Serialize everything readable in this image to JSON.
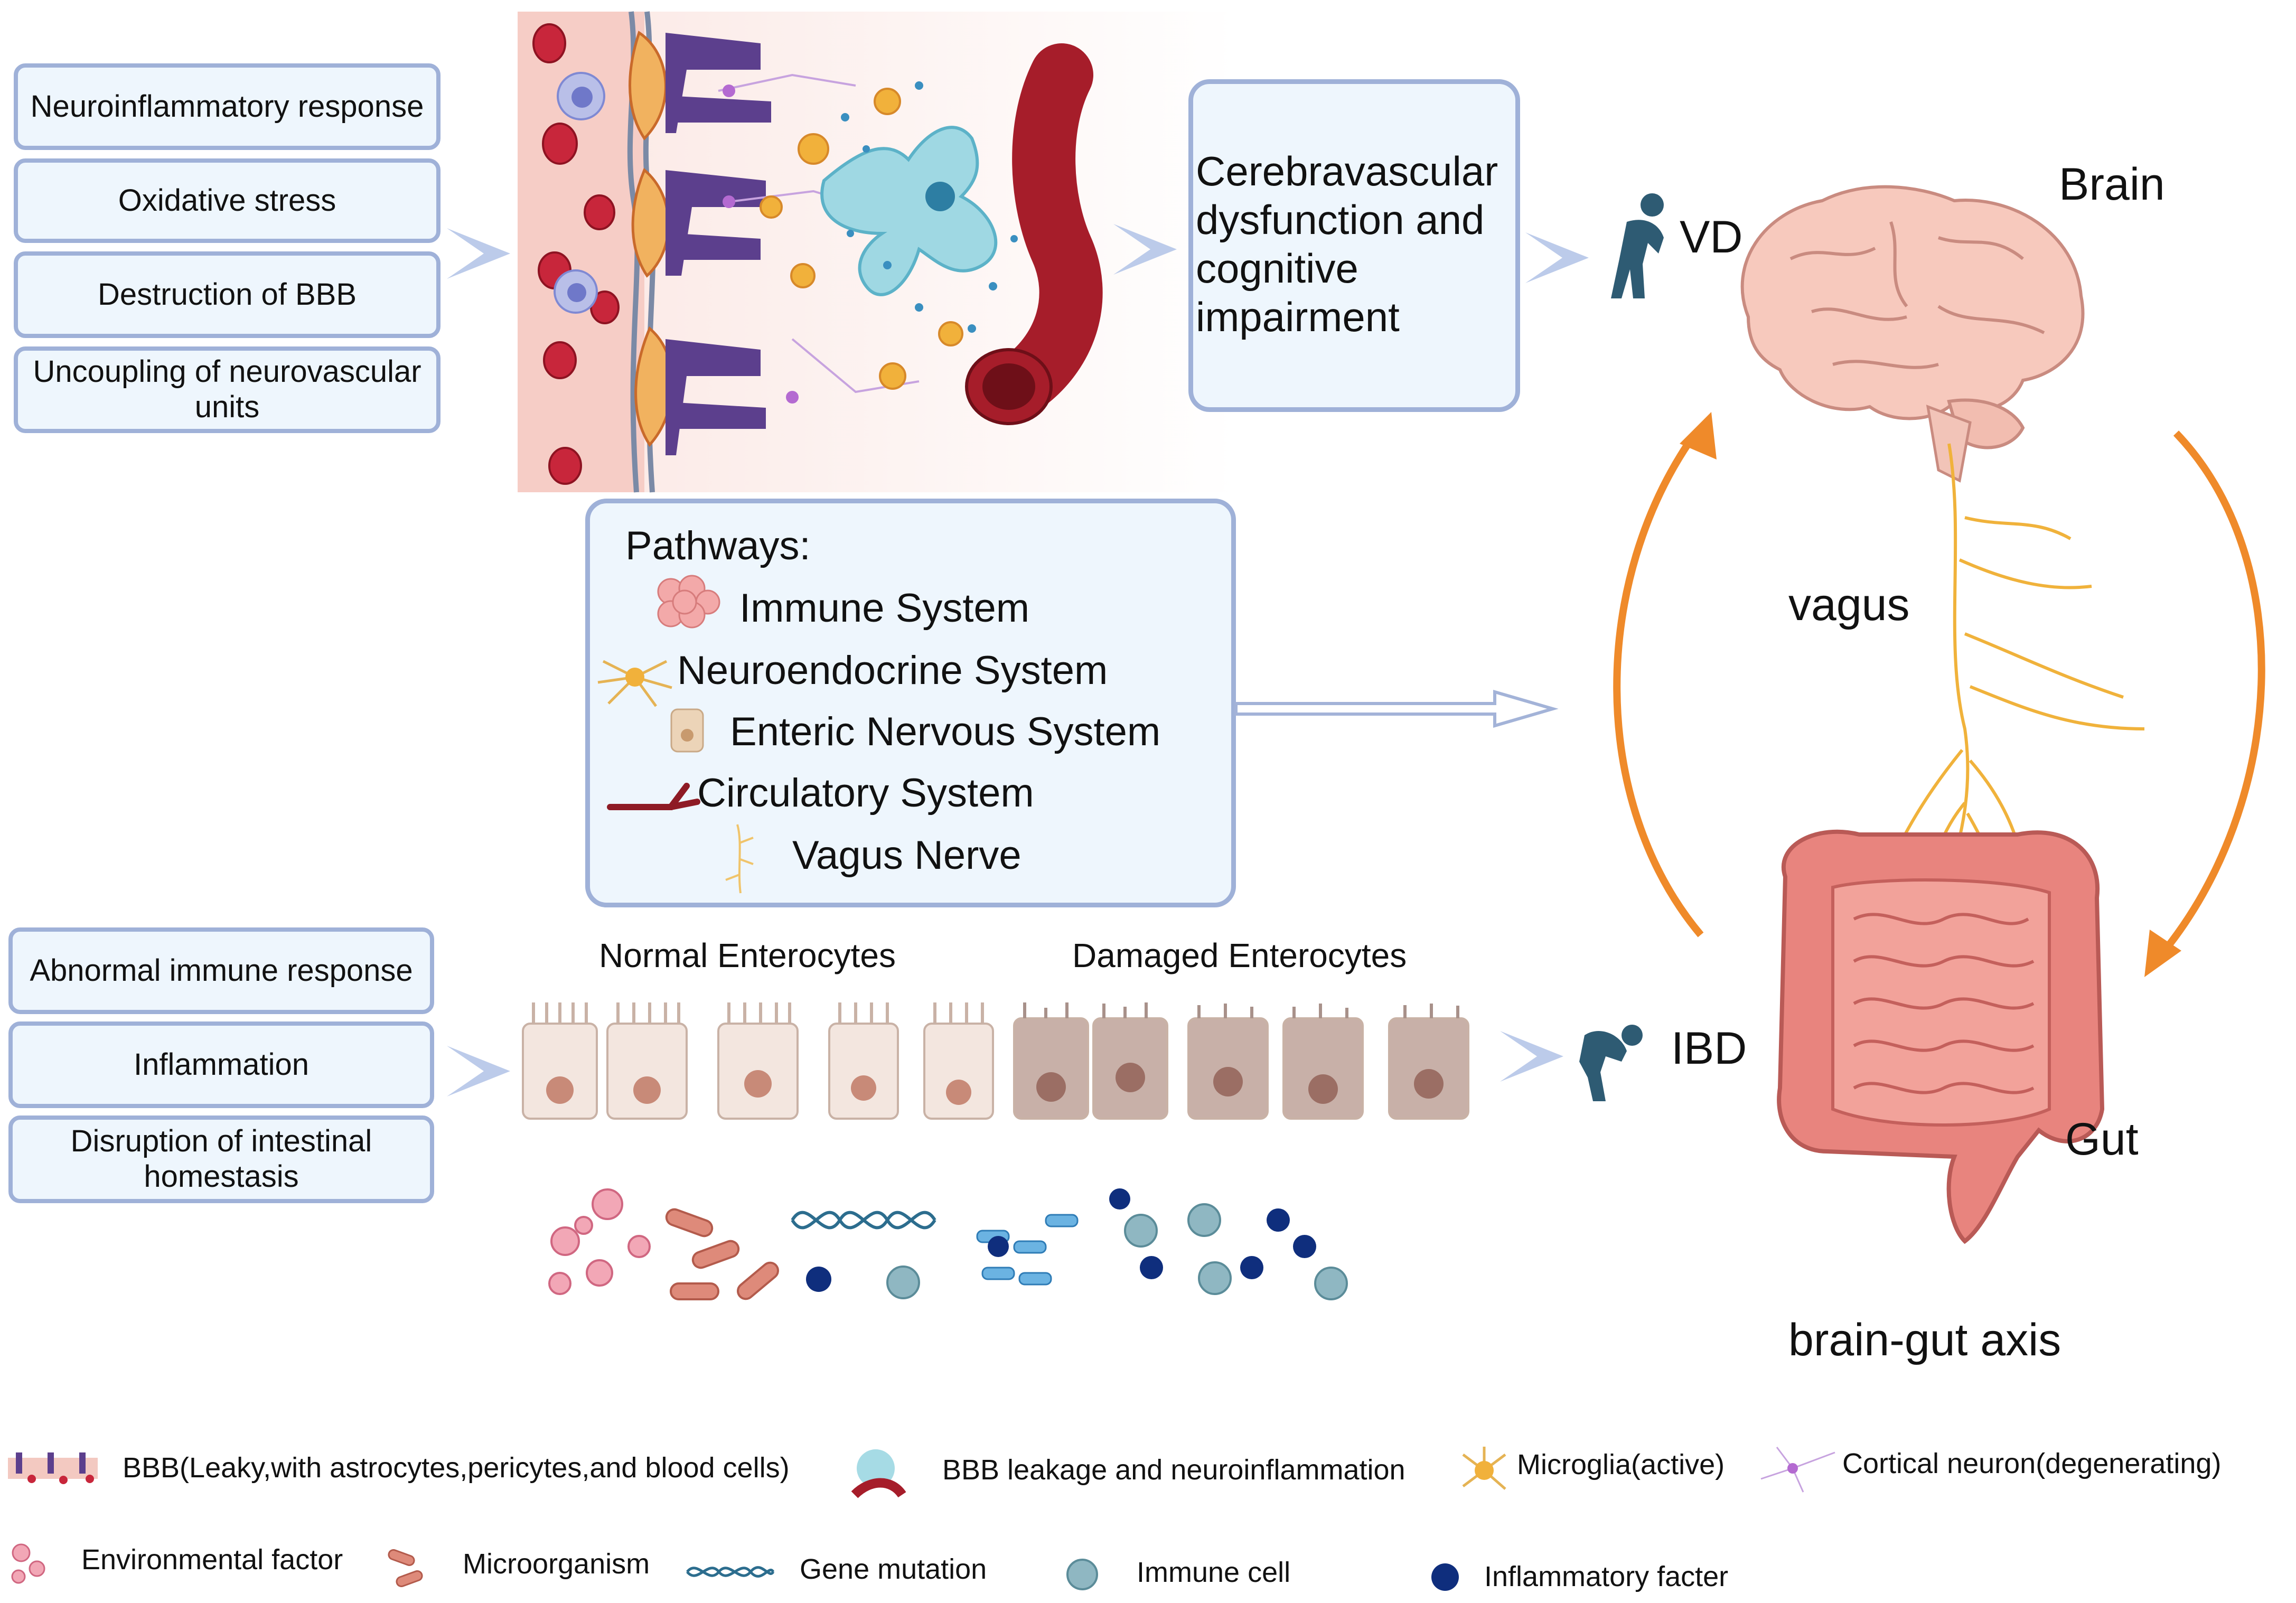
{
  "brain_effects": [
    "Neuroinflammatory response",
    "Oxidative stress",
    "Destruction of BBB",
    "Uncoupling of neurovascular units"
  ],
  "gut_effects": [
    "Abnormal immune response",
    "Inflammation",
    "Disruption of intestinal homestasis"
  ],
  "outcome": {
    "line1": "Cerebravascular",
    "line2": "dysfunction and",
    "line3": "cognitive",
    "line4": "impairment"
  },
  "labels": {
    "vd": "VD",
    "ibd": "IBD",
    "brain": "Brain",
    "vagus": "vagus",
    "gut": "Gut",
    "axis": "brain-gut axis"
  },
  "pathways": {
    "title": "Pathways:",
    "items": [
      "Immune System",
      "Neuroendocrine System",
      "Enteric Nervous System",
      "Circulatory System",
      "Vagus Nerve"
    ]
  },
  "enterocytes": {
    "normal": "Normal Enterocytes",
    "damaged": "Damaged Enterocytes"
  },
  "legend": {
    "bbb": "BBB(Leaky,with astrocytes,pericytes,and blood cells)",
    "leakage": "BBB leakage and neuroinflammation",
    "microglia": "Microglia(active)",
    "neuron": "Cortical neuron(degenerating)",
    "env": "Environmental factor",
    "micro": "Microorganism",
    "gene": "Gene mutation",
    "immune": "Immune cell",
    "inflam": "Inflammatory facter"
  },
  "colors": {
    "box_border": "#9fb1d8",
    "box_fill": "#eef6fd",
    "arrow_orange": "#ef8a2a",
    "person": "#2e5b73"
  }
}
